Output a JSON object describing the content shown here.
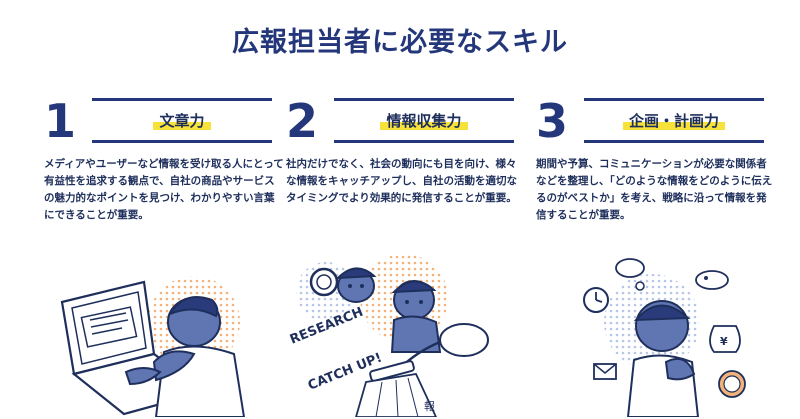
{
  "title": "広報担当者に必要なスキル",
  "skills": [
    {
      "number": "1",
      "heading": "文章力",
      "description": "メディアやユーザーなど情報を受け取る人にとって有益性を追求する観点で、自社の商品やサービスの魅力的なポイントを見つけ、わかりやすい言葉にできることが重要。"
    },
    {
      "number": "2",
      "heading": "情報収集力",
      "description": "社内だけでなく、社会の動向にも目を向け、様々な情報をキャッチアップし、自社の活動を適切なタイミングでより効果的に発信することが重要。",
      "illustration_text": [
        "RESEARCH",
        "CATCH UP!",
        "報"
      ]
    },
    {
      "number": "3",
      "heading": "企画・計画力",
      "description": "期間や予算、コミュニケーションが必要な関係者などを整理し、「どのような情報をどのように伝えるのがベストか」を考え、戦略に沿って情報を発信することが重要。",
      "illustration_text": [
        "¥"
      ]
    }
  ],
  "colors": {
    "navy": "#24377a",
    "highlight": "#f7e23a",
    "dots": "#f3b27a",
    "dots_blue": "#b7c6e6"
  }
}
